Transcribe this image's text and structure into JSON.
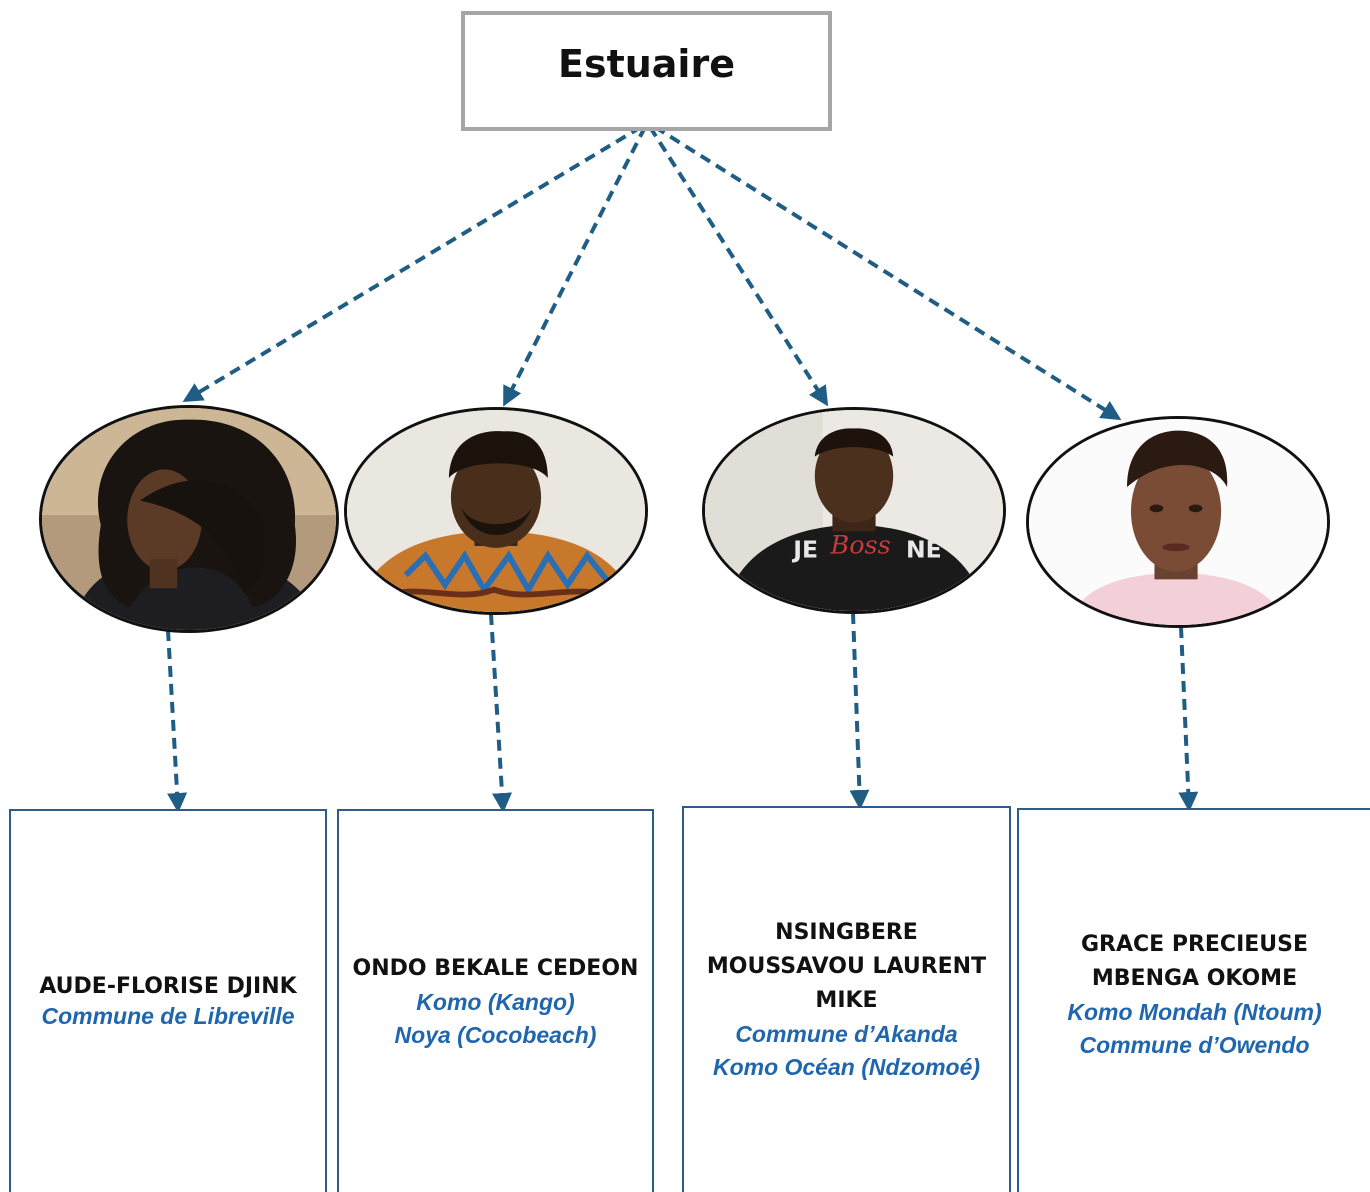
{
  "root": {
    "title": "Estuaire"
  },
  "colors": {
    "connector": "#1f5d85",
    "box_border_root": "#a6a6a6",
    "card_border": "#2f5a8a",
    "name_text": "#111111",
    "location_text": "#1f66ae"
  },
  "members": [
    {
      "photo_icon": "woman-curly-hair-portrait",
      "name_lines": [
        "AUDE-FLORISE DJINK"
      ],
      "locations": [
        "Commune de Libreville"
      ]
    },
    {
      "photo_icon": "man-dreadlocks-portrait",
      "name_lines": [
        "ONDO BEKALE CEDEON"
      ],
      "locations": [
        "Komo (Kango)",
        "Noya (Cocobeach)"
      ]
    },
    {
      "photo_icon": "man-black-tshirt-portrait",
      "name_lines": [
        "NSINGBERE",
        "MOUSSAVOU LAURENT",
        "MIKE"
      ],
      "locations": [
        "Commune d’Akanda",
        "Komo Océan (Ndzomoé)"
      ]
    },
    {
      "photo_icon": "woman-short-hair-portrait",
      "name_lines": [
        "GRACE PRECIEUSE",
        "MBENGA OKOME"
      ],
      "locations": [
        "Komo Mondah (Ntoum)",
        "Commune d’Owendo"
      ]
    }
  ]
}
